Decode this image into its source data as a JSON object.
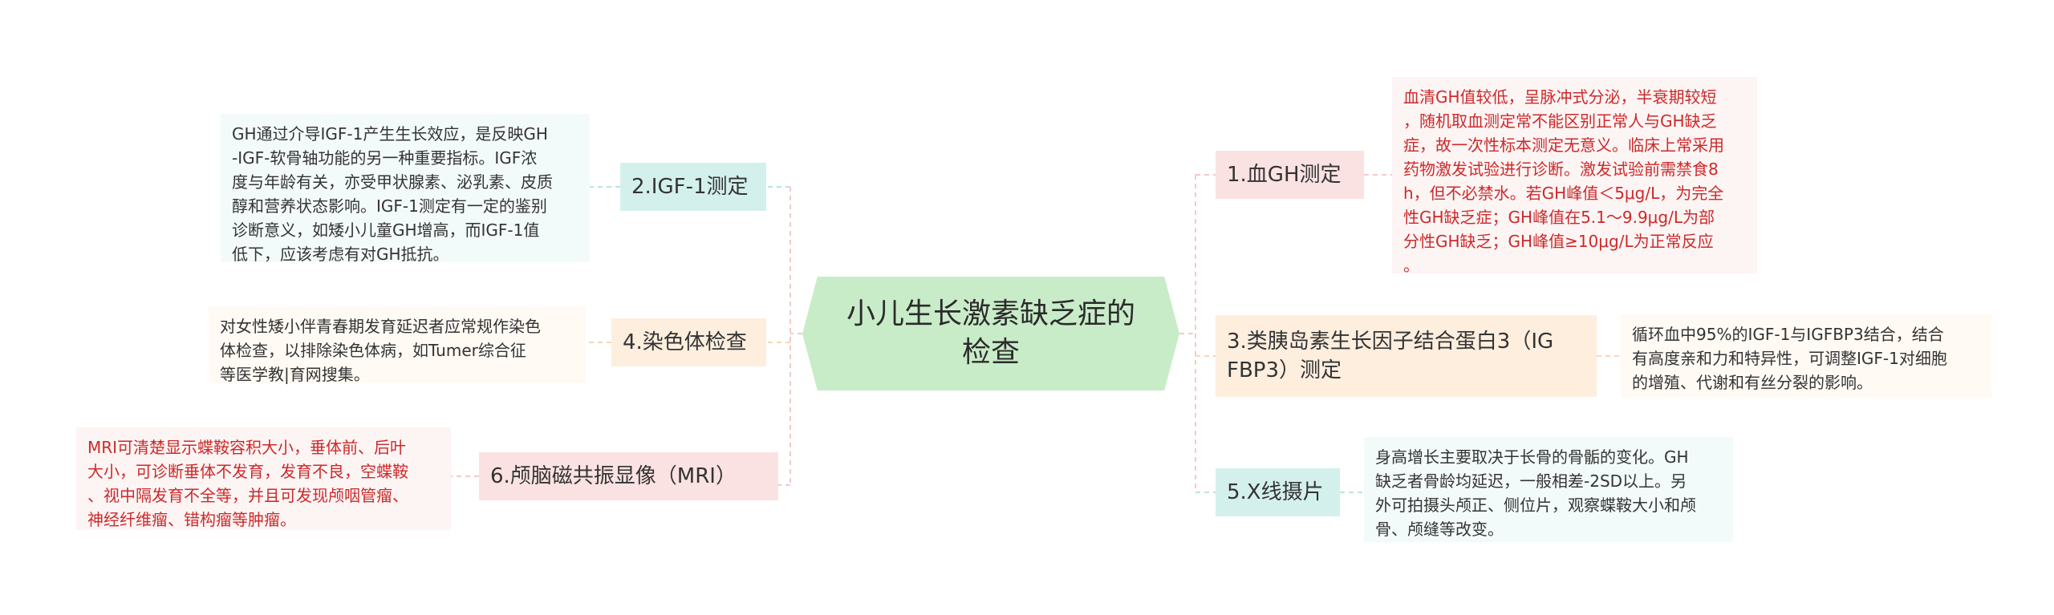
{
  "center": {
    "title": "小儿生长激素缺乏症的检查"
  },
  "left": [
    {
      "label": "2.IGF-1测定",
      "text": "GH通过介导IGF-1产生生长效应，是反映GH\n-IGF-软骨轴功能的另一种重要指标。IGF浓\n度与年龄有关，亦受甲状腺素、泌乳素、皮质\n醇和营养状态影响。IGF-1测定有一定的鉴别\n诊断意义，如矮小儿童GH增高，而IGF-1值\n低下，应该考虑有对GH抵抗。"
    },
    {
      "label": "4.染色体检查",
      "text": "对女性矮小伴青春期发育延迟者应常规作染色\n体检查，以排除染色体病，如Tumer综合征\n等医学教|育网搜集。"
    },
    {
      "label": "6.颅脑磁共振显像（MRI）",
      "text": "MRI可清楚显示蝶鞍容积大小，垂体前、后叶\n大小，可诊断垂体不发育，发育不良，空蝶鞍\n、视中隔发育不全等，并且可发现颅咽管瘤、\n神经纤维瘤、错构瘤等肿瘤。"
    }
  ],
  "right": [
    {
      "label": "1.血GH测定",
      "text": "血清GH值较低，呈脉冲式分泌，半衰期较短\n，随机取血测定常不能区别正常人与GH缺乏\n症，故一次性标本测定无意义。临床上常采用\n药物激发试验进行诊断。激发试验前需禁食8\nh，但不必禁水。若GH峰值＜5μg/L，为完全\n性GH缺乏症；GH峰值在5.1～9.9μg/L为部\n分性GH缺乏；GH峰值≥10μg/L为正常反应\n。"
    },
    {
      "label": "3.类胰岛素生长因子结合蛋白3（IG\nFBP3）测定",
      "text": "循环血中95%的IGF-1与IGFBP3结合，结合\n有高度亲和力和特异性，可调整IGF-1对细胞\n的增殖、代谢和有丝分裂的影响。"
    },
    {
      "label": "5.X线摄片",
      "text": "身高增长主要取决于长骨的骨骺的变化。GH\n缺乏者骨龄均延迟，一般相差-2SD以上。另\n外可拍摄头颅正、侧位片，观察蝶鞍大小和颅\n骨、颅缝等改变。"
    }
  ],
  "colors": {
    "teal": "#d4f0ec",
    "orange": "#fdeede",
    "pink": "#fbe2e2",
    "center": "#c9ecc8",
    "red_text": "#cc2a2a"
  }
}
